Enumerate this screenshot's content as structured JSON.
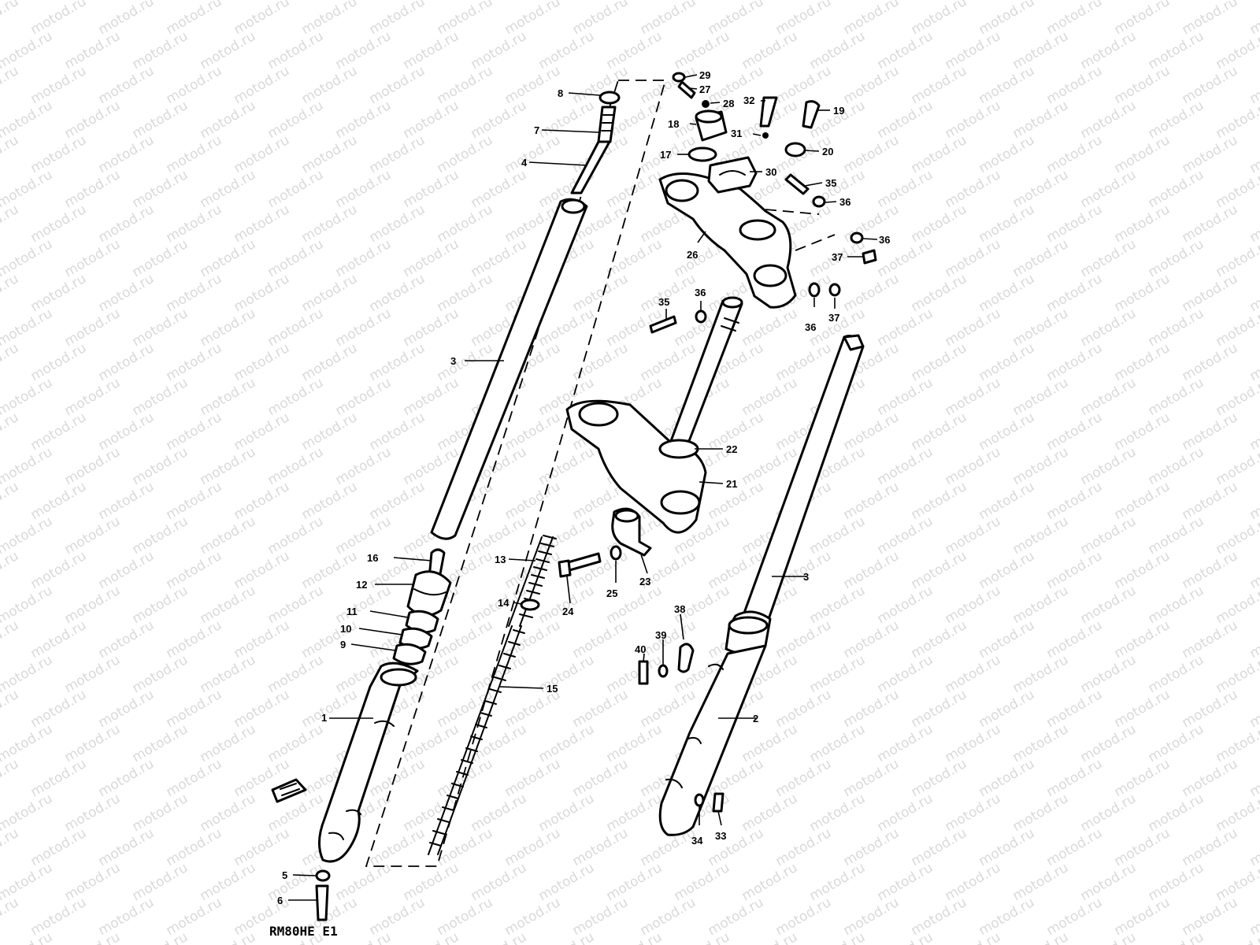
{
  "watermark": {
    "text": "motod.ru"
  },
  "diagram": {
    "code": "RM80HE E1",
    "callouts": [
      {
        "n": "1"
      },
      {
        "n": "2"
      },
      {
        "n": "3"
      },
      {
        "n": "3"
      },
      {
        "n": "4"
      },
      {
        "n": "5"
      },
      {
        "n": "6"
      },
      {
        "n": "7"
      },
      {
        "n": "8"
      },
      {
        "n": "9"
      },
      {
        "n": "10"
      },
      {
        "n": "11"
      },
      {
        "n": "12"
      },
      {
        "n": "13"
      },
      {
        "n": "14"
      },
      {
        "n": "15"
      },
      {
        "n": "16"
      },
      {
        "n": "17"
      },
      {
        "n": "18"
      },
      {
        "n": "19"
      },
      {
        "n": "20"
      },
      {
        "n": "21"
      },
      {
        "n": "22"
      },
      {
        "n": "23"
      },
      {
        "n": "24"
      },
      {
        "n": "25"
      },
      {
        "n": "26"
      },
      {
        "n": "27"
      },
      {
        "n": "28"
      },
      {
        "n": "29"
      },
      {
        "n": "30"
      },
      {
        "n": "31"
      },
      {
        "n": "32"
      },
      {
        "n": "33"
      },
      {
        "n": "34"
      },
      {
        "n": "35"
      },
      {
        "n": "35"
      },
      {
        "n": "36"
      },
      {
        "n": "36"
      },
      {
        "n": "36"
      },
      {
        "n": "36"
      },
      {
        "n": "37"
      },
      {
        "n": "37"
      },
      {
        "n": "38"
      },
      {
        "n": "39"
      },
      {
        "n": "40"
      }
    ]
  }
}
